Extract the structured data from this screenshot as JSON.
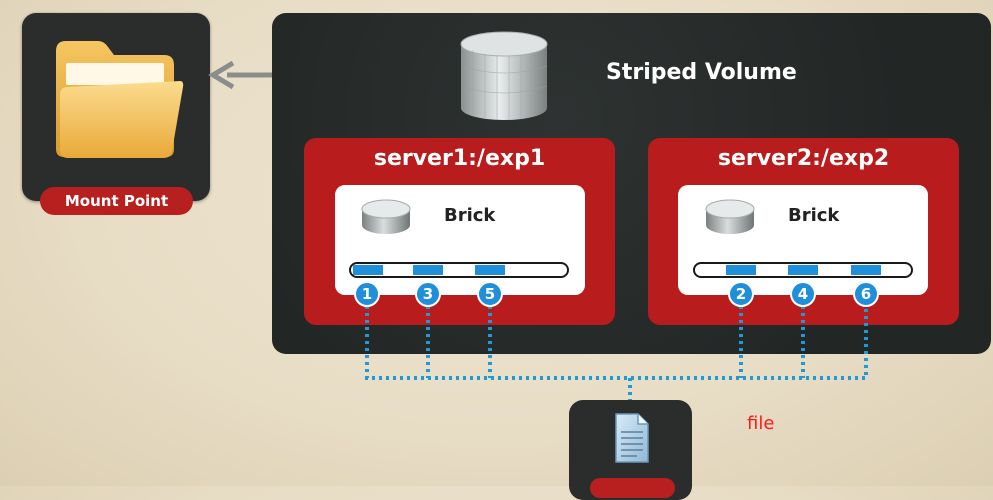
{
  "mount": {
    "label": "Mount Point"
  },
  "volume": {
    "title": "Striped Volume"
  },
  "servers": [
    {
      "name": "server1:/exp1",
      "brick_label": "Brick",
      "chunks": [
        "1",
        "3",
        "5"
      ]
    },
    {
      "name": "server2:/exp2",
      "brick_label": "Brick",
      "chunks": [
        "2",
        "4",
        "6"
      ]
    }
  ],
  "file": {
    "label": "file"
  },
  "colors": {
    "accent_red": "#b81c1c",
    "panel_dark": "#252928",
    "chunk_blue": "#1e8fd8"
  },
  "icons": [
    "folder-icon",
    "left-arrow-icon",
    "database-icon",
    "disk-icon",
    "document-icon"
  ]
}
